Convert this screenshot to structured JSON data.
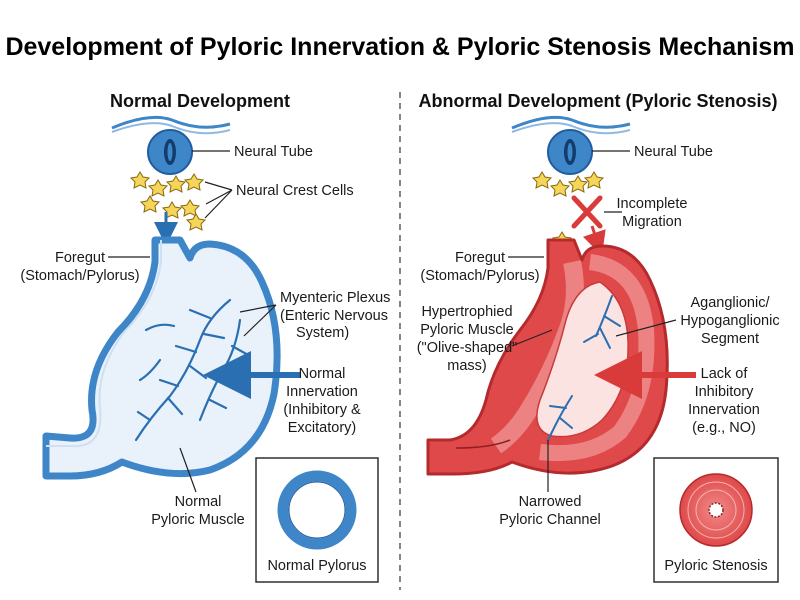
{
  "title": "Development of Pyloric Innervation & Pyloric Stenosis Mechanism",
  "normal": {
    "heading": "Normal Development",
    "neural_tube": "Neural Tube",
    "neural_crest": "Neural Crest Cells",
    "foregut_1": "Foregut",
    "foregut_2": "(Stomach/Pylorus)",
    "plexus_1": "Myenteric Plexus",
    "plexus_2": "(Enteric Nervous",
    "plexus_3": "System)",
    "innervation_1": "Normal",
    "innervation_2": "Innervation",
    "innervation_3": "(Inhibitory &",
    "innervation_4": "Excitatory)",
    "muscle_1": "Normal",
    "muscle_2": "Pyloric Muscle",
    "inset_label": "Normal Pylorus"
  },
  "abnormal": {
    "heading": "Abnormal Development (Pyloric Stenosis)",
    "neural_tube": "Neural Tube",
    "migration_1": "Incomplete",
    "migration_2": "Migration",
    "foregut_1": "Foregut",
    "foregut_2": "(Stomach/Pylorus)",
    "hyper_1": "Hypertrophied",
    "hyper_2": "Pyloric Muscle",
    "hyper_3": "(\"Olive-shaped\"",
    "hyper_4": "mass)",
    "agang_1": "Aganglionic/",
    "agang_2": "Hypoganglionic",
    "agang_3": "Segment",
    "lack_1": "Lack of",
    "lack_2": "Inhibitory",
    "lack_3": "Innervation",
    "lack_4": "(e.g., NO)",
    "channel_1": "Narrowed",
    "channel_2": "Pyloric Channel",
    "inset_label": "Pyloric Stenosis"
  },
  "colors": {
    "normal_blue": "#3f86c9",
    "normal_dark": "#1f5fa0",
    "stenosis_red": "#e0494a",
    "stenosis_dark": "#b52a2c",
    "nerve_blue": "#2b6fb3",
    "crest_yellow": "#f6d65a",
    "arrow_red": "#d93a3a"
  },
  "icons": [
    "neural-tube-icon",
    "neural-crest-cell-icon",
    "block-x-icon",
    "arrow-icon"
  ]
}
